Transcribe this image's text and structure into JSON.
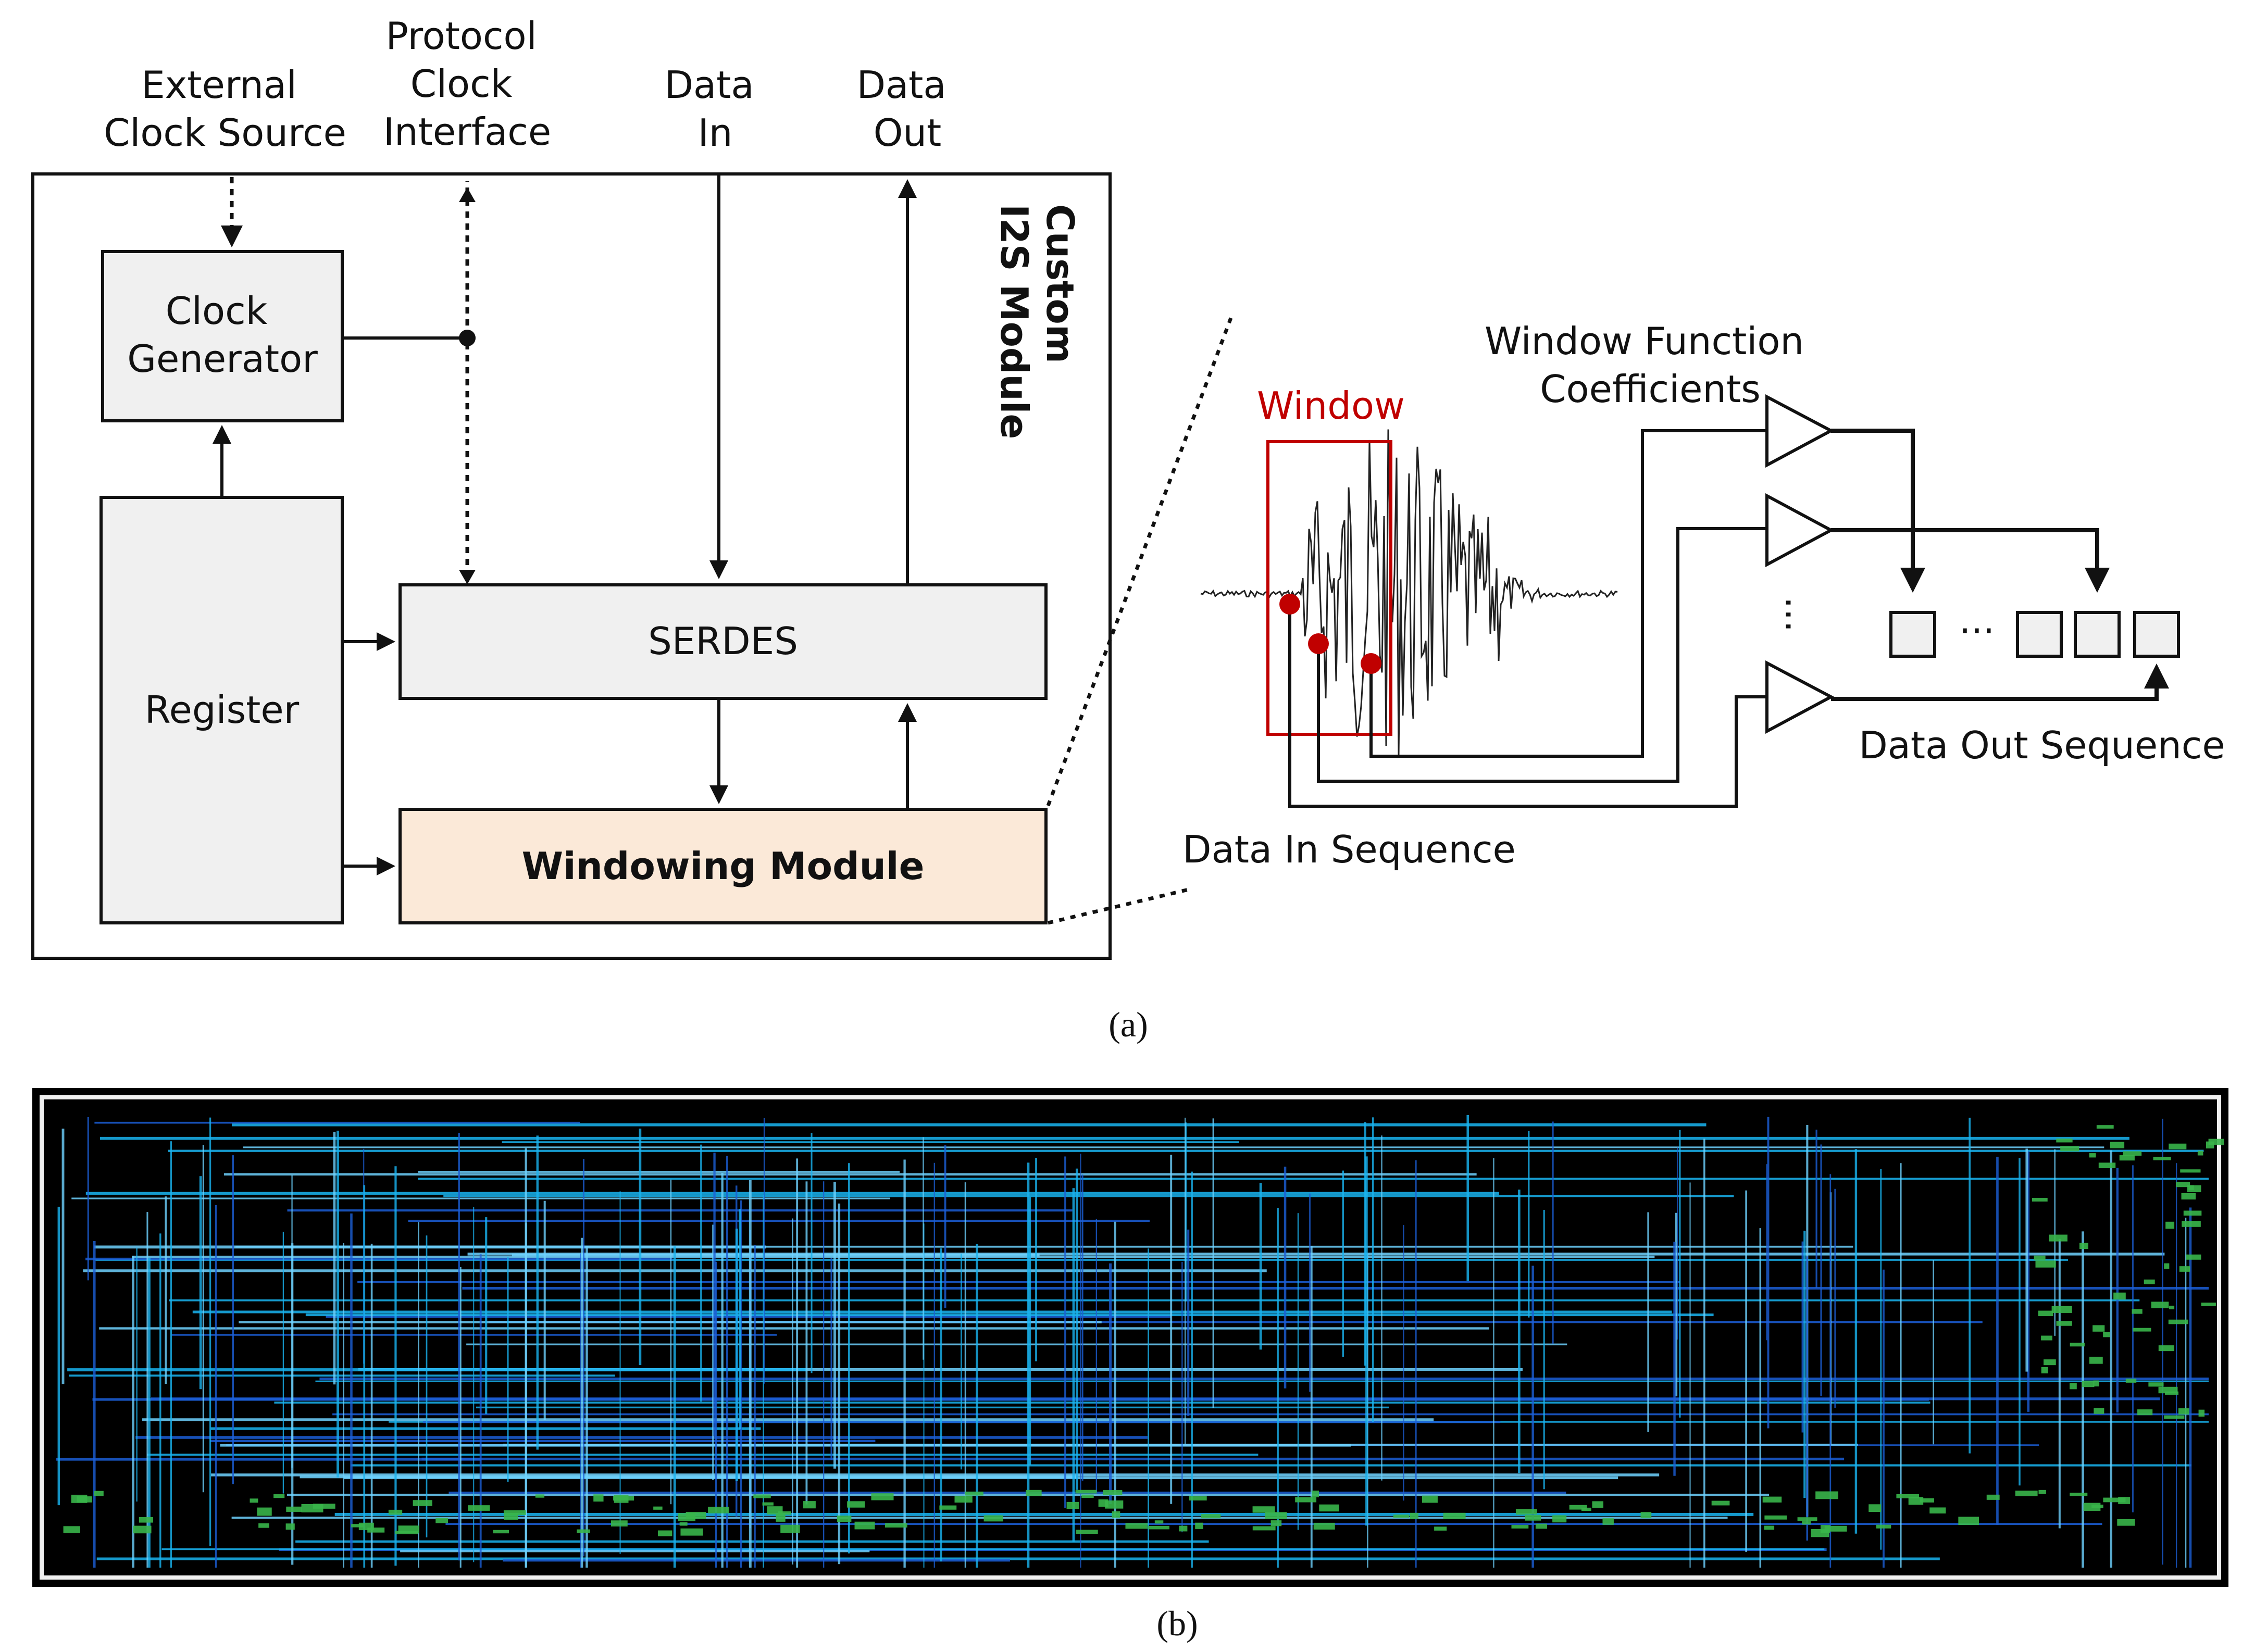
{
  "panel_a": {
    "inputs": {
      "external_clock_source": [
        "External",
        "Clock Source"
      ],
      "protocol_clock_interface": [
        "Protocol",
        "Clock",
        "Interface"
      ],
      "data_in": [
        "Data",
        "In"
      ],
      "data_out": [
        "Data",
        "Out"
      ]
    },
    "module_title": [
      "Custom",
      "I2S Module"
    ],
    "blocks": {
      "clock_generator": [
        "Clock",
        "Generator"
      ],
      "register": "Register",
      "serdes": "SERDES",
      "windowing_module": "Windowing Module"
    },
    "detail": {
      "window_label": "Window",
      "window_function_coefficients": [
        "Window Function",
        "Coefficients"
      ],
      "data_in_sequence": "Data In Sequence",
      "data_out_sequence": "Data Out Sequence",
      "ellipsis": "···"
    },
    "caption": "(a)"
  },
  "panel_b": {
    "caption": "(b)"
  },
  "colors": {
    "block_fill": "#f0f0f0",
    "windowing_fill": "#fbe9d8",
    "window_red": "#c00000",
    "layout_bg": "#000000",
    "route_cyan": "#19b4f0",
    "route_blue": "#1c5fd8",
    "cell_green": "#39b54a"
  }
}
